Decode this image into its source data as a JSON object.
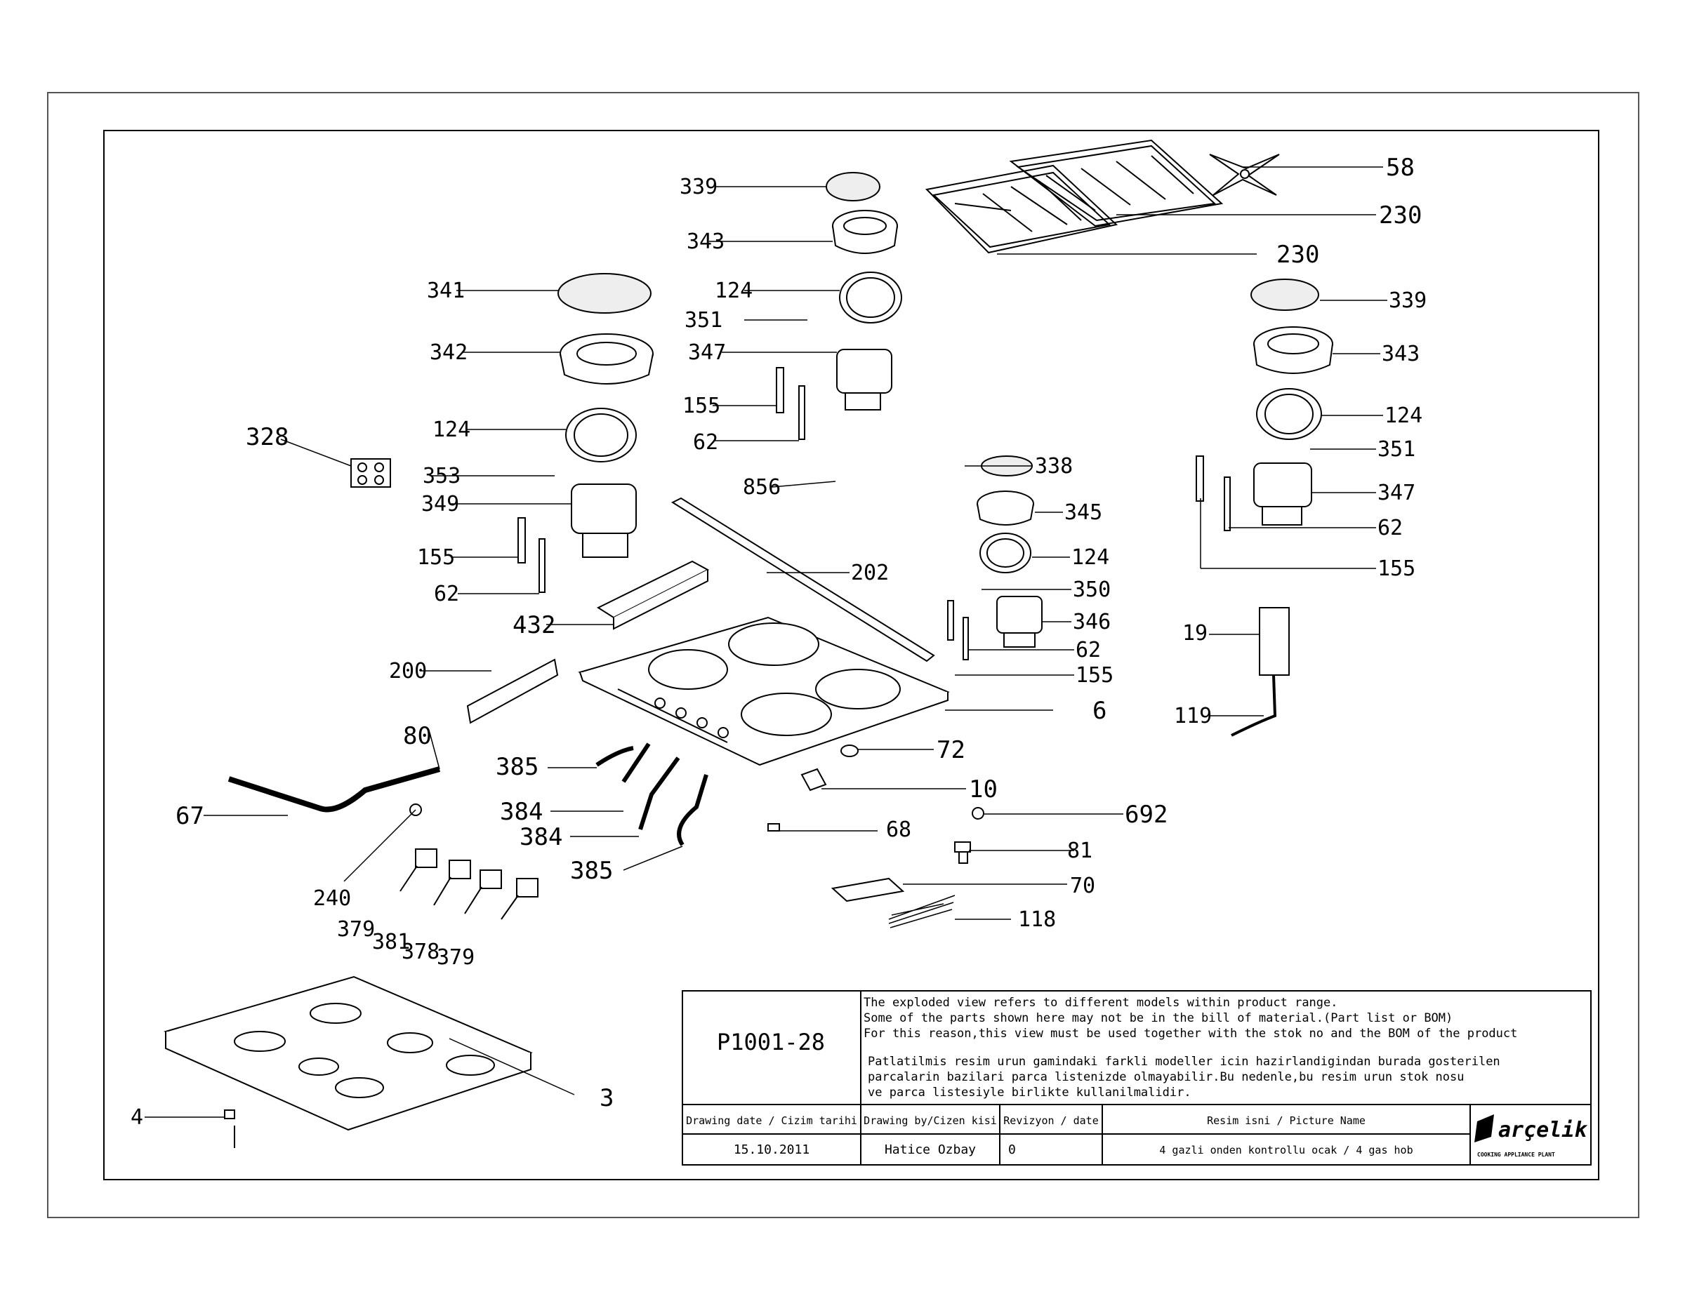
{
  "callouts": {
    "c339a": "339",
    "c343a": "343",
    "c58": "58",
    "c230a": "230",
    "c230b": "230",
    "c341": "341",
    "c124a": "124",
    "c351a": "351",
    "c342": "342",
    "c347a": "347",
    "c339b": "339",
    "c343b": "343",
    "c124b": "124",
    "c155a": "155",
    "c62a": "62",
    "c328": "328",
    "c124c": "124",
    "c351b": "351",
    "c353": "353",
    "c856": "856",
    "c338": "338",
    "c347b": "347",
    "c349": "349",
    "c345": "345",
    "c62b": "62",
    "c155b": "155",
    "c124d": "124",
    "c155c": "155",
    "c202": "202",
    "c350": "350",
    "c62c": "62",
    "c432": "432",
    "c346": "346",
    "c19": "19",
    "c62d": "62",
    "c200": "200",
    "c155d": "155",
    "c119": "119",
    "c6": "6",
    "c80": "80",
    "c72": "72",
    "c385a": "385",
    "c10": "10",
    "c384a": "384",
    "c67": "67",
    "c692": "692",
    "c384b": "384",
    "c68": "68",
    "c81": "81",
    "c385b": "385",
    "c70": "70",
    "c240": "240",
    "c118": "118",
    "c379a": "379",
    "c381": "381",
    "c378": "378",
    "c379b": "379",
    "c3": "3",
    "c4": "4"
  },
  "title_block": {
    "drawing_no": "P1001-28",
    "note_en_1": "The exploded view refers to different models within product range.",
    "note_en_2": "Some of the parts shown here may not be in the bill of material.(Part list or BOM)",
    "note_en_3": "For this reason,this view must be used together with the stok no and the BOM of the product",
    "note_tr_1": "Patlatilmis resim urun gamindaki farkli modeller icin hazirlandigindan burada gosterilen",
    "note_tr_2": "parcalarin bazilari parca listenizde olmayabilir.Bu nedenle,bu resim urun stok nosu",
    "note_tr_3": "ve parca listesiyle birlikte kullanilmalidir.",
    "h_date": "Drawing date / Cizim tarihi",
    "h_by": "Drawing by/Cizen kisi",
    "h_rev": "Revizyon / date",
    "h_pic": "Resim isni / Picture Name",
    "v_date": "15.10.2011",
    "v_by": "Hatice Ozbay",
    "v_rev": "0",
    "v_pic": "4 gazli onden kontrollu ocak / 4 gas hob",
    "logo": "arçelik",
    "logo_sub": "COOKING APPLIANCE PLANT"
  },
  "colors": {
    "line": "#000000",
    "fill": "#ffffff",
    "frame": "#555555"
  }
}
